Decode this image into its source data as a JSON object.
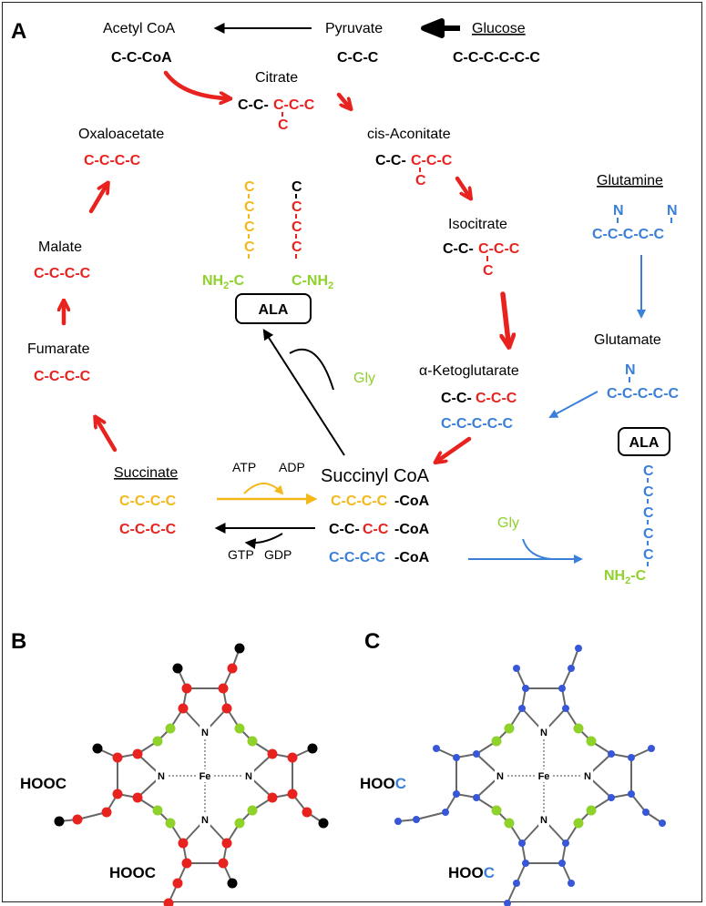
{
  "colors": {
    "black": "#000000",
    "red": "#e8231f",
    "blue": "#3a80d8",
    "yellow": "#f4b81a",
    "green": "#8ed22b",
    "ring_blue": "#3757d8"
  },
  "panels": {
    "a": "A",
    "b": "B",
    "c": "C"
  },
  "metabolites": {
    "acetyl_coa": "Acetyl CoA",
    "pyruvate": "Pyruvate",
    "glucose": "Glucose",
    "citrate": "Citrate",
    "cis_aconitate": "cis-Aconitate",
    "isocitrate": "Isocitrate",
    "alpha_kg": "α-Ketoglutarate",
    "succinyl_coa": "Succinyl CoA",
    "succinate": "Succinate",
    "fumarate": "Fumarate",
    "malate": "Malate",
    "oxaloacetate": "Oxaloacetate",
    "glutamine": "Glutamine",
    "glutamate": "Glutamate"
  },
  "cofactors": {
    "atp": "ATP",
    "adp": "ADP",
    "gtp": "GTP",
    "gdp": "GDP",
    "gly": "Gly"
  },
  "boxes": {
    "ala": "ALA"
  },
  "groups": {
    "nh2": "NH",
    "nh2_sub": "2",
    "hooc_b": "HOOC",
    "hooc_c": "HOO",
    "c": "C",
    "n": "N",
    "fe": "Fe"
  },
  "formulas": {
    "acetyl_coa": "C-C-CoA",
    "pyruvate": "C-C-C",
    "glucose": "C-C-C-C-C-C",
    "cccc": "C-C-C-C",
    "cc": "C-C-",
    "ccc_tail": "C-C-C",
    "c": "C",
    "dash_c": "-C",
    "ccccc": "C-C-C-C-C",
    "sc_tail": "C-C-C-C",
    "coa": "-CoA",
    "cc_dash": "C-C-",
    "cc2": "C-C",
    "glutamine": "C-C-C-C-C",
    "glutamate": "C-C-C-C-C",
    "n": "N"
  }
}
